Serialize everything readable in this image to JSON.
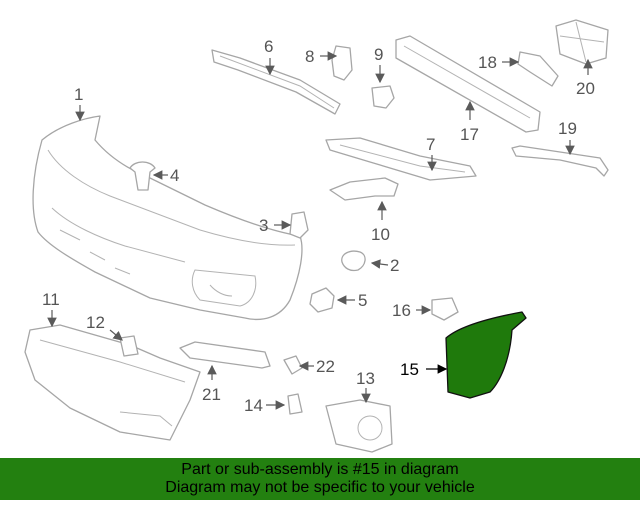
{
  "diagram": {
    "highlighted_part": "15",
    "highlight_color": "#1f7a0c",
    "callouts": [
      "1",
      "2",
      "3",
      "4",
      "5",
      "6",
      "7",
      "8",
      "9",
      "10",
      "11",
      "12",
      "13",
      "14",
      "15",
      "16",
      "17",
      "18",
      "19",
      "20",
      "21",
      "22"
    ]
  },
  "banner": {
    "background": "#238010",
    "line1": "Part or sub-assembly is #15 in diagram",
    "line2": "Diagram may not be specific to your vehicle"
  }
}
